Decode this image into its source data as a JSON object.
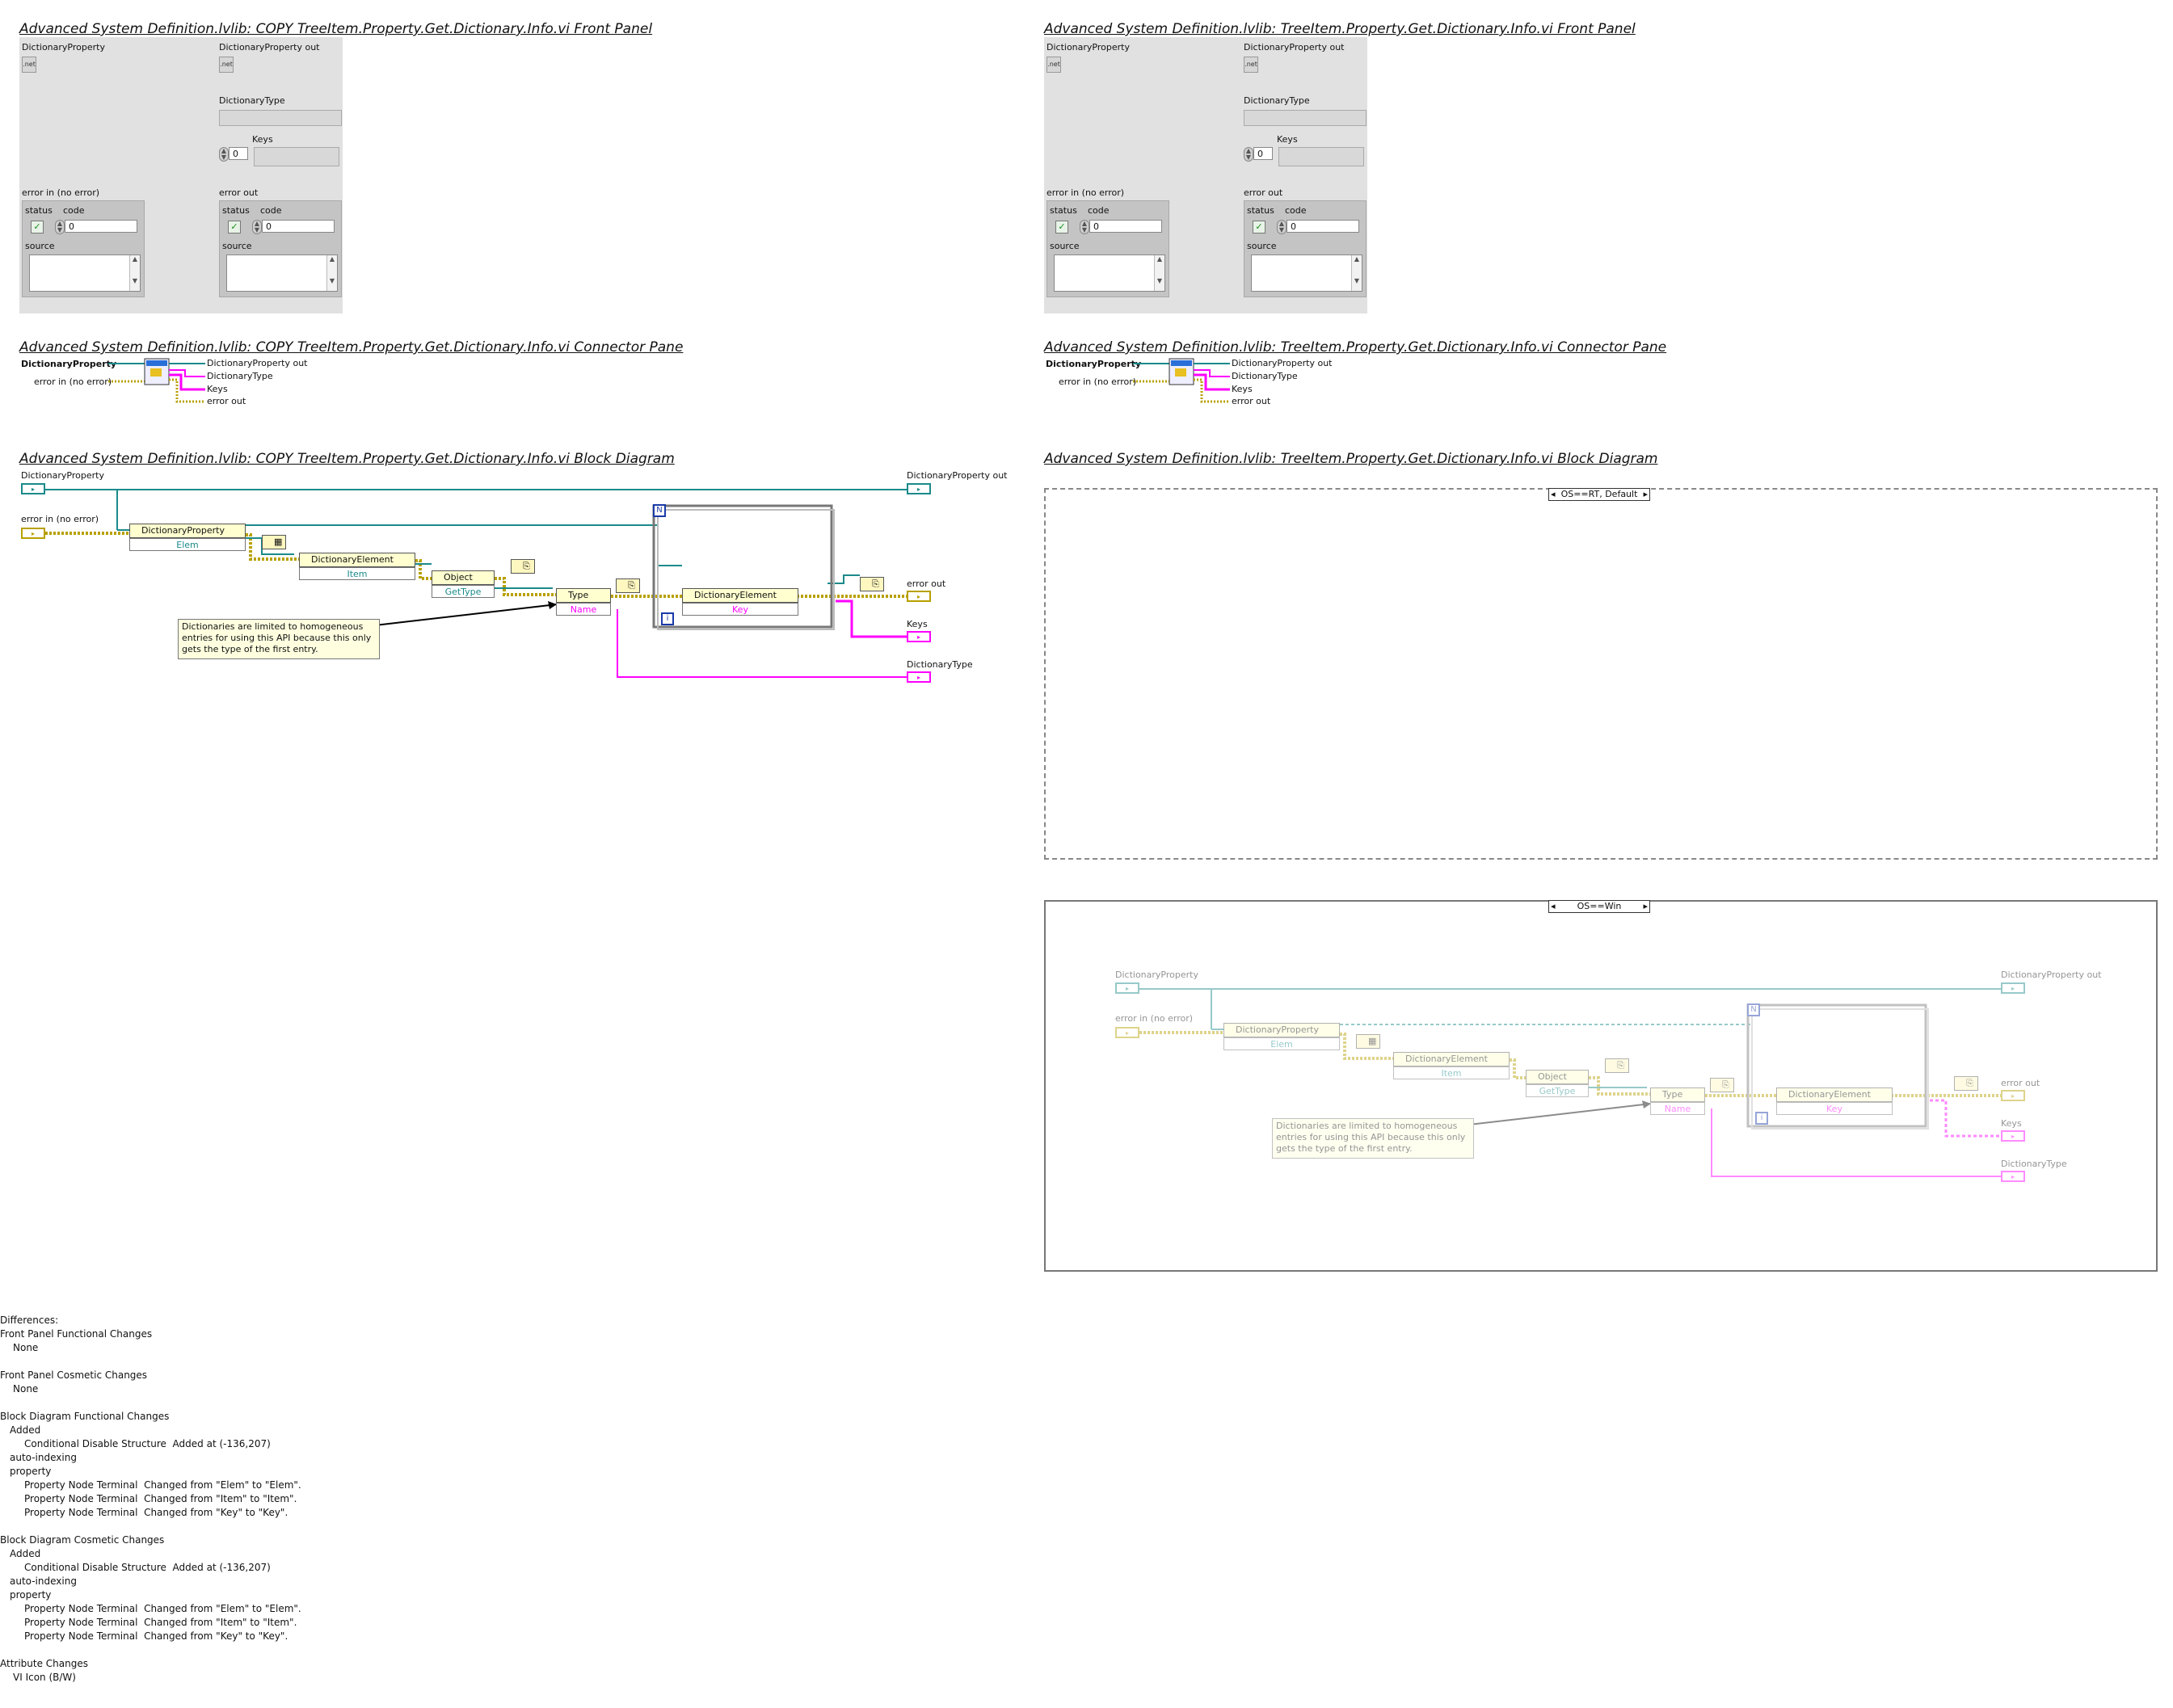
{
  "left": {
    "fp_title": "Advanced System Definition.lvlib:  COPY    TreeItem.Property.Get.Dictionary.Info.vi Front Panel",
    "cp_title": "Advanced System Definition.lvlib:  COPY    TreeItem.Property.Get.Dictionary.Info.vi Connector Pane",
    "bd_title": "Advanced System Definition.lvlib:  COPY    TreeItem.Property.Get.Dictionary.Info.vi Block Diagram"
  },
  "right": {
    "fp_title": "Advanced System Definition.lvlib:  TreeItem.Property.Get.Dictionary.Info.vi Front Panel",
    "cp_title": "Advanced System Definition.lvlib:  TreeItem.Property.Get.Dictionary.Info.vi Connector Pane",
    "bd_title": "Advanced System Definition.lvlib:  TreeItem.Property.Get.Dictionary.Info.vi Block Diagram",
    "case1": "OS==RT, Default",
    "case2": "OS==Win"
  },
  "fp": {
    "dict_prop": "DictionaryProperty",
    "dict_prop_out": "DictionaryProperty out",
    "dict_type": "DictionaryType",
    "keys": "Keys",
    "keys_index": "0",
    "error_in": "error in (no error)",
    "error_out": "error out",
    "status": "status",
    "code": "code",
    "code_value": "0",
    "source": "source",
    "net": ".net"
  },
  "cp": {
    "dict_prop": "DictionaryProperty",
    "error_in": "error in (no error)",
    "dict_prop_out": "DictionaryProperty out",
    "dict_type": "DictionaryType",
    "keys": "Keys",
    "error_out": "error out"
  },
  "bd": {
    "dict_prop": "DictionaryProperty",
    "error_in": "error in (no error)",
    "dict_prop_out": "DictionaryProperty out",
    "error_out": "error out",
    "keys": "Keys",
    "dict_type": "DictionaryType",
    "node_dict_prop": "DictionaryProperty",
    "node_elem": "Elem",
    "node_dict_elem": "DictionaryElement",
    "node_item": "Item",
    "node_object": "Object",
    "node_gettype": "GetType",
    "node_type": "Type",
    "node_name": "Name",
    "node_dict_elem2": "DictionaryElement",
    "node_key": "Key",
    "loop_n": "N",
    "loop_i": "i",
    "note": "Dictionaries are limited to homogeneous entries for using this API because this only gets the type of the first entry."
  },
  "diffs": {
    "heading": "Differences:",
    "fp_func": "Front Panel Functional Changes",
    "fp_func_val": "None",
    "fp_cos": "Front Panel Cosmetic Changes",
    "fp_cos_val": "None",
    "bd_func": "Block Diagram Functional Changes",
    "added": "Added",
    "cds_added": "Conditional Disable Structure  Added at (-136,207)",
    "auto_index": "auto-indexing",
    "property": "property",
    "chg1": "Property Node Terminal  Changed from \"Elem\" to \"Elem\".",
    "chg2": "Property Node Terminal  Changed from \"Item\" to \"Item\".",
    "chg3": "Property Node Terminal  Changed from \"Key\" to \"Key\".",
    "bd_cos": "Block Diagram Cosmetic Changes",
    "attr": "Attribute Changes",
    "attr_val": "VI Icon (B/W)"
  },
  "colors": {
    "refnum": "#1b8a8a",
    "string": "#ff00ff",
    "error": "#b8a000"
  }
}
